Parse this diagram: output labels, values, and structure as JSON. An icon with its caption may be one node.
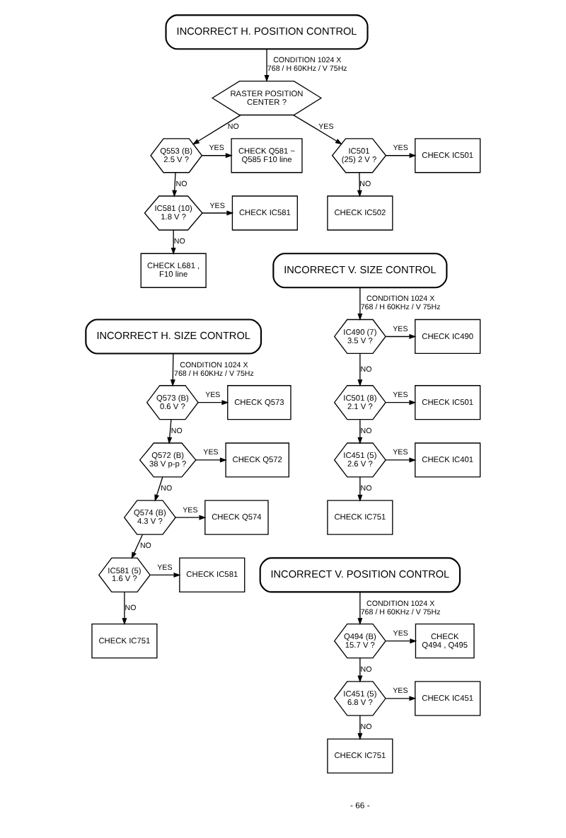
{
  "diagram": {
    "nodes": [
      {
        "text": [
          "INCORRECT H. POSITION CONTROL"
        ]
      },
      {
        "text": [
          "RASTER POSITION CENTER ?"
        ]
      },
      {
        "text": [
          "Q553 (B) 2.5 V ?"
        ]
      },
      {
        "text": [
          "CHECK Q581 ~ Q585 F10 line"
        ]
      },
      {
        "text": [
          "IC581 (10) 1.8 V ?"
        ]
      },
      {
        "text": [
          "CHECK IC581"
        ]
      },
      {
        "text": [
          "CHECK L681 , F10 line"
        ]
      },
      {
        "text": [
          "IC501 (25) 2 V ?"
        ]
      },
      {
        "text": [
          "CHECK IC501"
        ]
      },
      {
        "text": [
          "CHECK IC502"
        ]
      },
      {
        "text": [
          "INCORRECT V. SIZE CONTROL"
        ]
      },
      {
        "text": [
          "IC490 (7) 3.5 V ?"
        ]
      },
      {
        "text": [
          "CHECK IC490"
        ]
      },
      {
        "text": [
          "IC501 (8) 2.1 V ?"
        ]
      },
      {
        "text": [
          "CHECK IC501"
        ]
      },
      {
        "text": [
          "IC451 (5) 2.6 V ?"
        ]
      },
      {
        "text": [
          "CHECK IC401"
        ]
      },
      {
        "text": [
          "CHECK IC751"
        ]
      },
      {
        "text": [
          "INCORRECT H. SIZE CONTROL"
        ]
      },
      {
        "text": [
          "Q573 (B) 0.6 V ?"
        ]
      },
      {
        "text": [
          "CHECK Q573"
        ]
      },
      {
        "text": [
          "Q572 (B) 38 V p-p ?"
        ]
      },
      {
        "text": [
          "CHECK Q572"
        ]
      },
      {
        "text": [
          "Q574 (B) 4.3 V ?"
        ]
      },
      {
        "text": [
          "CHECK Q574"
        ]
      },
      {
        "text": [
          "IC581 (5) 1.6 V ?"
        ]
      },
      {
        "text": [
          "CHECK IC581"
        ]
      },
      {
        "text": [
          "CHECK IC751"
        ]
      },
      {
        "text": [
          "INCORRECT V. POSITION CONTROL"
        ]
      },
      {
        "text": [
          "Q494 (B) 15.7 V ?"
        ]
      },
      {
        "text": [
          "CHECK Q494 , Q495"
        ]
      },
      {
        "text": [
          "IC451 (5) 6.8 V ?"
        ]
      },
      {
        "text": [
          "CHECK IC451"
        ]
      },
      {
        "text": [
          "CHECK IC751"
        ]
      }
    ],
    "edges": [
      {
        "from": 0,
        "to": 1,
        "arrow": "to",
        "label": "CONDITION 1024 X 768 / H 60KHz / V 75Hz"
      },
      {
        "from": 1,
        "to": 7,
        "arrow": "to",
        "label": "YES"
      },
      {
        "from": 1,
        "to": 2,
        "arrow": "to",
        "label": "NO"
      },
      {
        "from": 2,
        "to": 3,
        "arrow": "to",
        "label": "YES"
      },
      {
        "from": 2,
        "to": 4,
        "arrow": "to",
        "label": "NO"
      },
      {
        "from": 4,
        "to": 5,
        "arrow": "to",
        "label": "YES"
      },
      {
        "from": 4,
        "to": 6,
        "arrow": "to",
        "label": "NO"
      },
      {
        "from": 7,
        "to": 8,
        "arrow": "to",
        "label": "YES"
      },
      {
        "from": 7,
        "to": 9,
        "arrow": "to",
        "label": "NO"
      },
      {
        "from": 10,
        "to": 11,
        "arrow": "to",
        "label": "CONDITION 1024 X 768 / H 60KHz / V 75Hz"
      },
      {
        "from": 11,
        "to": 12,
        "arrow": "to",
        "label": "YES"
      },
      {
        "from": 11,
        "to": 13,
        "arrow": "to",
        "label": "NO"
      },
      {
        "from": 13,
        "to": 14,
        "arrow": "to",
        "label": "YES"
      },
      {
        "from": 13,
        "to": 15,
        "arrow": "to",
        "label": "NO"
      },
      {
        "from": 15,
        "to": 16,
        "arrow": "to",
        "label": "YES"
      },
      {
        "from": 15,
        "to": 17,
        "arrow": "to",
        "label": "NO"
      },
      {
        "from": 18,
        "to": 19,
        "arrow": "to",
        "label": "CONDITION 1024 X 768 / H 60KHz / V 75Hz"
      },
      {
        "from": 19,
        "to": 20,
        "arrow": "to",
        "label": "YES"
      },
      {
        "from": 19,
        "to": 21,
        "arrow": "to",
        "label": "NO"
      },
      {
        "from": 21,
        "to": 22,
        "arrow": "to",
        "label": "YES"
      },
      {
        "from": 21,
        "to": 23,
        "arrow": "to",
        "label": "NO"
      },
      {
        "from": 23,
        "to": 24,
        "arrow": "to",
        "label": "YES"
      },
      {
        "from": 23,
        "to": 25,
        "arrow": "to",
        "label": "NO"
      },
      {
        "from": 25,
        "to": 26,
        "arrow": "to",
        "label": "YES"
      },
      {
        "from": 25,
        "to": 27,
        "arrow": "to",
        "label": "NO"
      },
      {
        "from": 28,
        "to": 29,
        "arrow": "to",
        "label": "CONDITION 1024 X 768 / H 60KHz / V 75Hz"
      },
      {
        "from": 29,
        "to": 30,
        "arrow": "to",
        "label": "YES"
      },
      {
        "from": 29,
        "to": 31,
        "arrow": "to",
        "label": "NO"
      },
      {
        "from": 31,
        "to": 32,
        "arrow": "to",
        "label": "YES"
      },
      {
        "from": 31,
        "to": 33,
        "arrow": "to",
        "label": "NO"
      }
    ],
    "labels": [
      "- 66 -"
    ]
  }
}
